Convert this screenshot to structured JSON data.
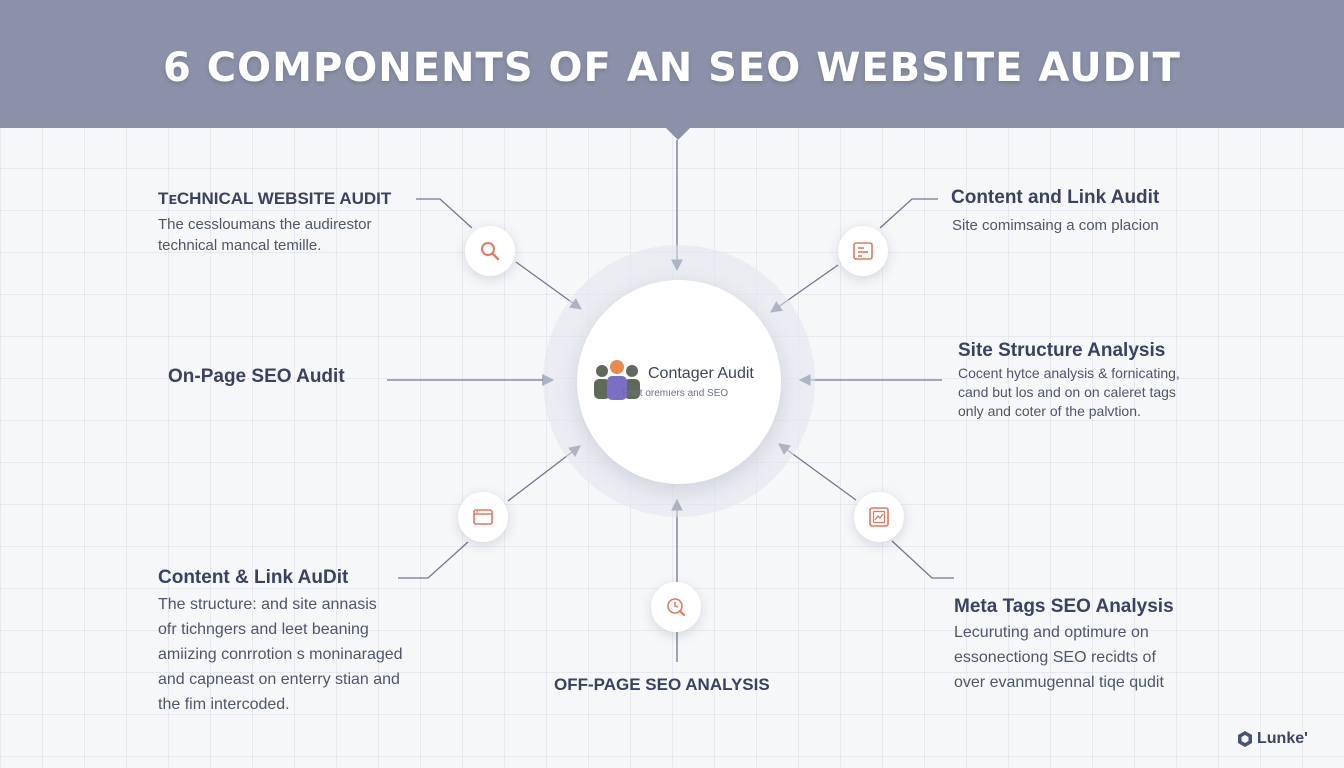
{
  "header": {
    "title": "6 COMPONENTS OF AN SEO WEBSITE AUDIT"
  },
  "hub": {
    "title": "Contager Audit",
    "subtitle": "Fraıt oremıers and SEO",
    "icon": "people-group-icon"
  },
  "nodes": [
    {
      "title": "TᴇCHNICAL WEBSITE AUDIT",
      "description": [
        "The cessloumans the audirestor",
        "technical mancal temille."
      ],
      "icon": "magnifier-icon"
    },
    {
      "title": "Content and Link Audit",
      "description": [
        "Site comimsaing a com placion"
      ],
      "icon": "document-list-icon"
    },
    {
      "title": "On-Page SEO Audit",
      "description": [],
      "icon": ""
    },
    {
      "title": "Site Structure Analysis",
      "description": [
        "Cocent hytce analysis & fornicating,",
        "cand but los and on on caleret tags",
        "only and coter of the palvtion."
      ],
      "icon": ""
    },
    {
      "title": "Content & Link AuDit",
      "description": [
        "The structure: and site annasis",
        "ofr tichngers and leet beaning",
        "amiizing conrrotion s moninaraged",
        "and capneast on enterry stian and",
        "the fim intercoded."
      ],
      "icon": "browser-window-icon"
    },
    {
      "title": "Meta Tags SEO Analysis",
      "description": [
        "Lecuruting and optimure on",
        "essonectiong SEO recidts of",
        "over evanmugennal tiqe qudit"
      ],
      "icon": "framed-chart-icon"
    },
    {
      "title": "OFF-PAGE SEO ANALYSIS",
      "description": [],
      "icon": "clock-check-icon"
    }
  ],
  "brand": {
    "name": "Lunke'",
    "icon": "cube-logo-icon"
  },
  "colors": {
    "header": "#8a91a9",
    "accent": "#e07a5f",
    "line": "#6f7891",
    "text": "#3a4260"
  }
}
